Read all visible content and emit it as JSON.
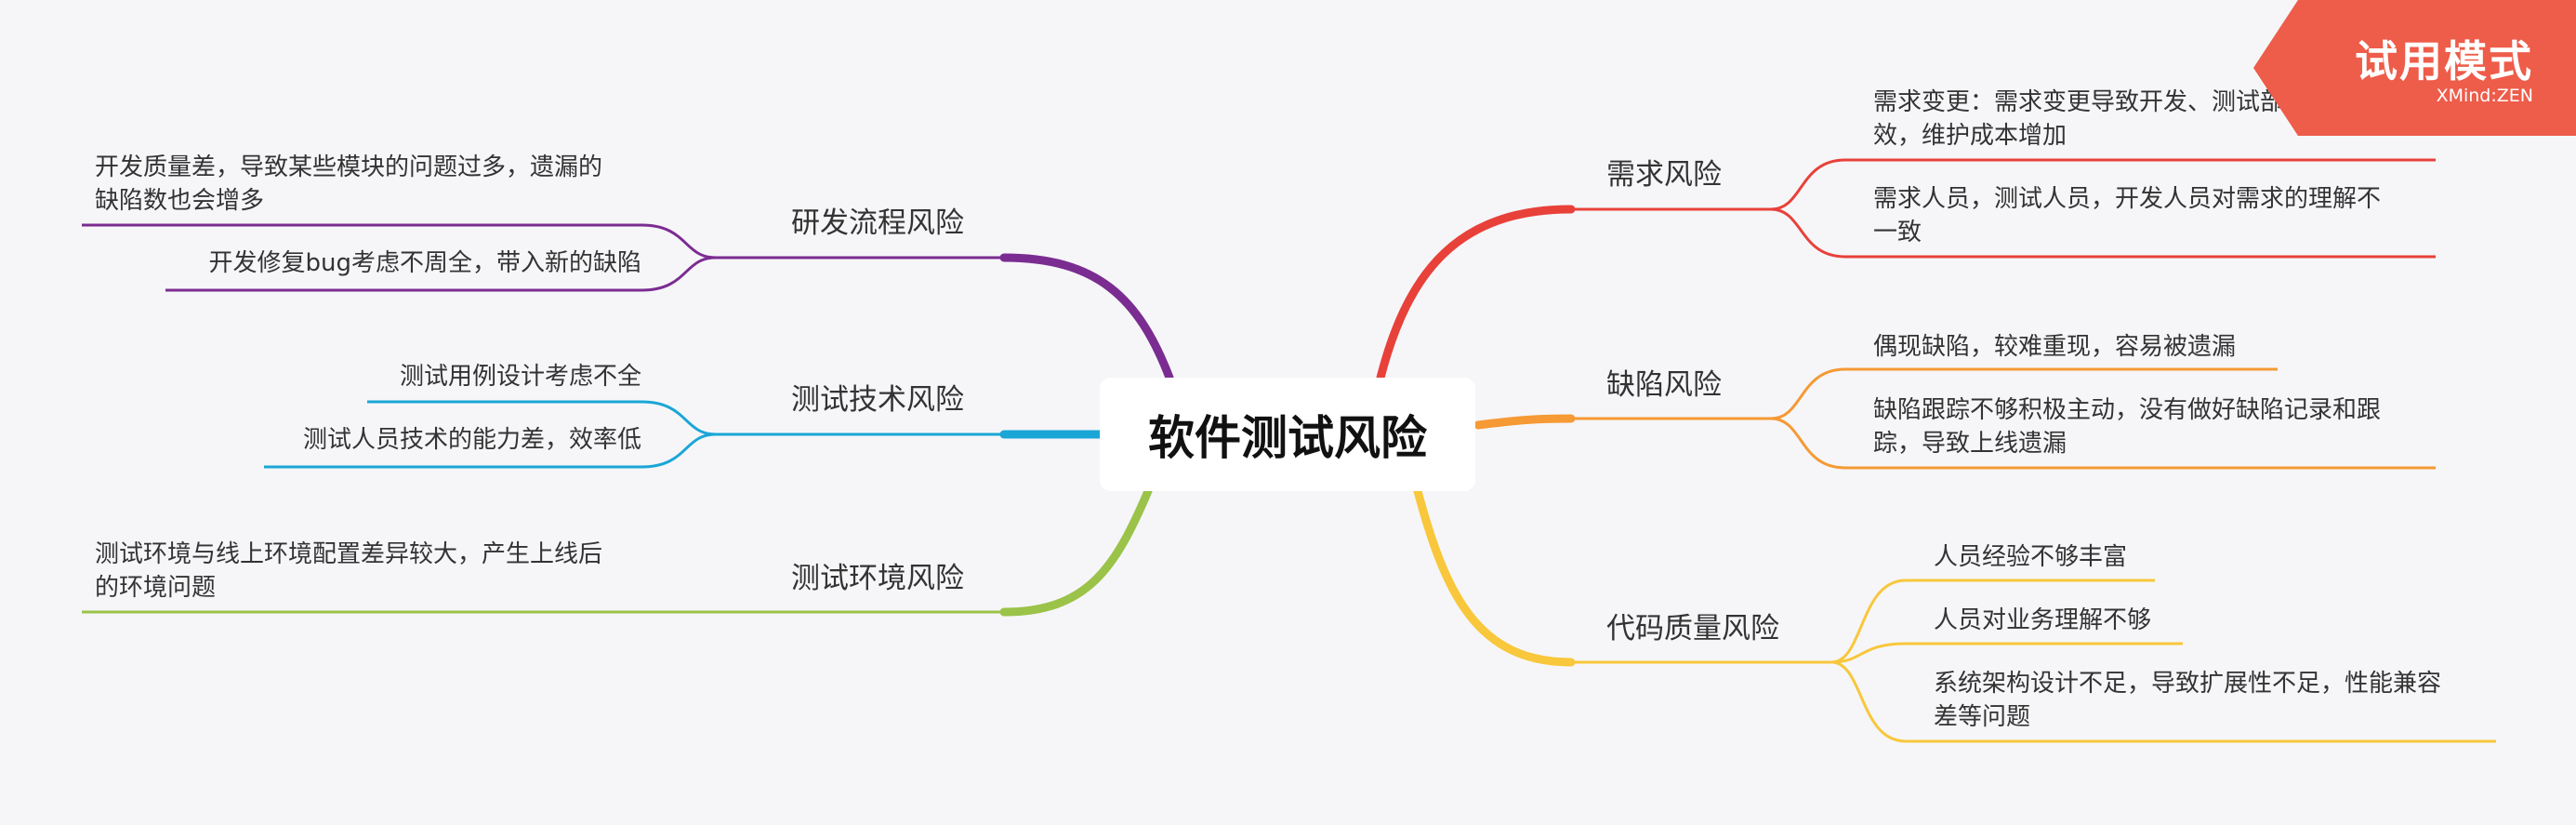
{
  "central_topic": "软件测试风险",
  "right": [
    {
      "title": "需求风险",
      "color": "#e8413a",
      "items": [
        [
          "需求变更：需求变更导致开发、测试部分工作失",
          "效，维护成本增加"
        ],
        [
          "需求人员，测试人员，开发人员对需求的理解不",
          "一致"
        ]
      ]
    },
    {
      "title": "缺陷风险",
      "color": "#f59a34",
      "items": [
        [
          "偶现缺陷，较难重现，容易被遗漏"
        ],
        [
          "缺陷跟踪不够积极主动，没有做好缺陷记录和跟",
          "踪，导致上线遗漏"
        ]
      ]
    },
    {
      "title": "代码质量风险",
      "color": "#f8c73b",
      "items": [
        [
          "人员经验不够丰富"
        ],
        [
          "人员对业务理解不够"
        ],
        [
          "系统架构设计不足，导致扩展性不足，性能兼容",
          "差等问题"
        ]
      ]
    }
  ],
  "left": [
    {
      "title": "研发流程风险",
      "color": "#7b2c91",
      "items": [
        [
          "开发质量差，导致某些模块的问题过多，遗漏的",
          "缺陷数也会增多"
        ],
        [
          "开发修复bug考虑不周全，带入新的缺陷"
        ]
      ]
    },
    {
      "title": "测试技术风险",
      "color": "#1aa6d6",
      "items": [
        [
          "测试用例设计考虑不全"
        ],
        [
          "测试人员技术的能力差，效率低"
        ]
      ]
    },
    {
      "title": "测试环境风险",
      "color": "#9bc349",
      "items": [
        [
          "测试环境与线上环境配置差异较大，产生上线后",
          "的环境问题"
        ]
      ]
    }
  ],
  "watermark": {
    "title": "试用模式",
    "subtitle": "XMind:ZEN",
    "color": "#ee5c4a"
  }
}
